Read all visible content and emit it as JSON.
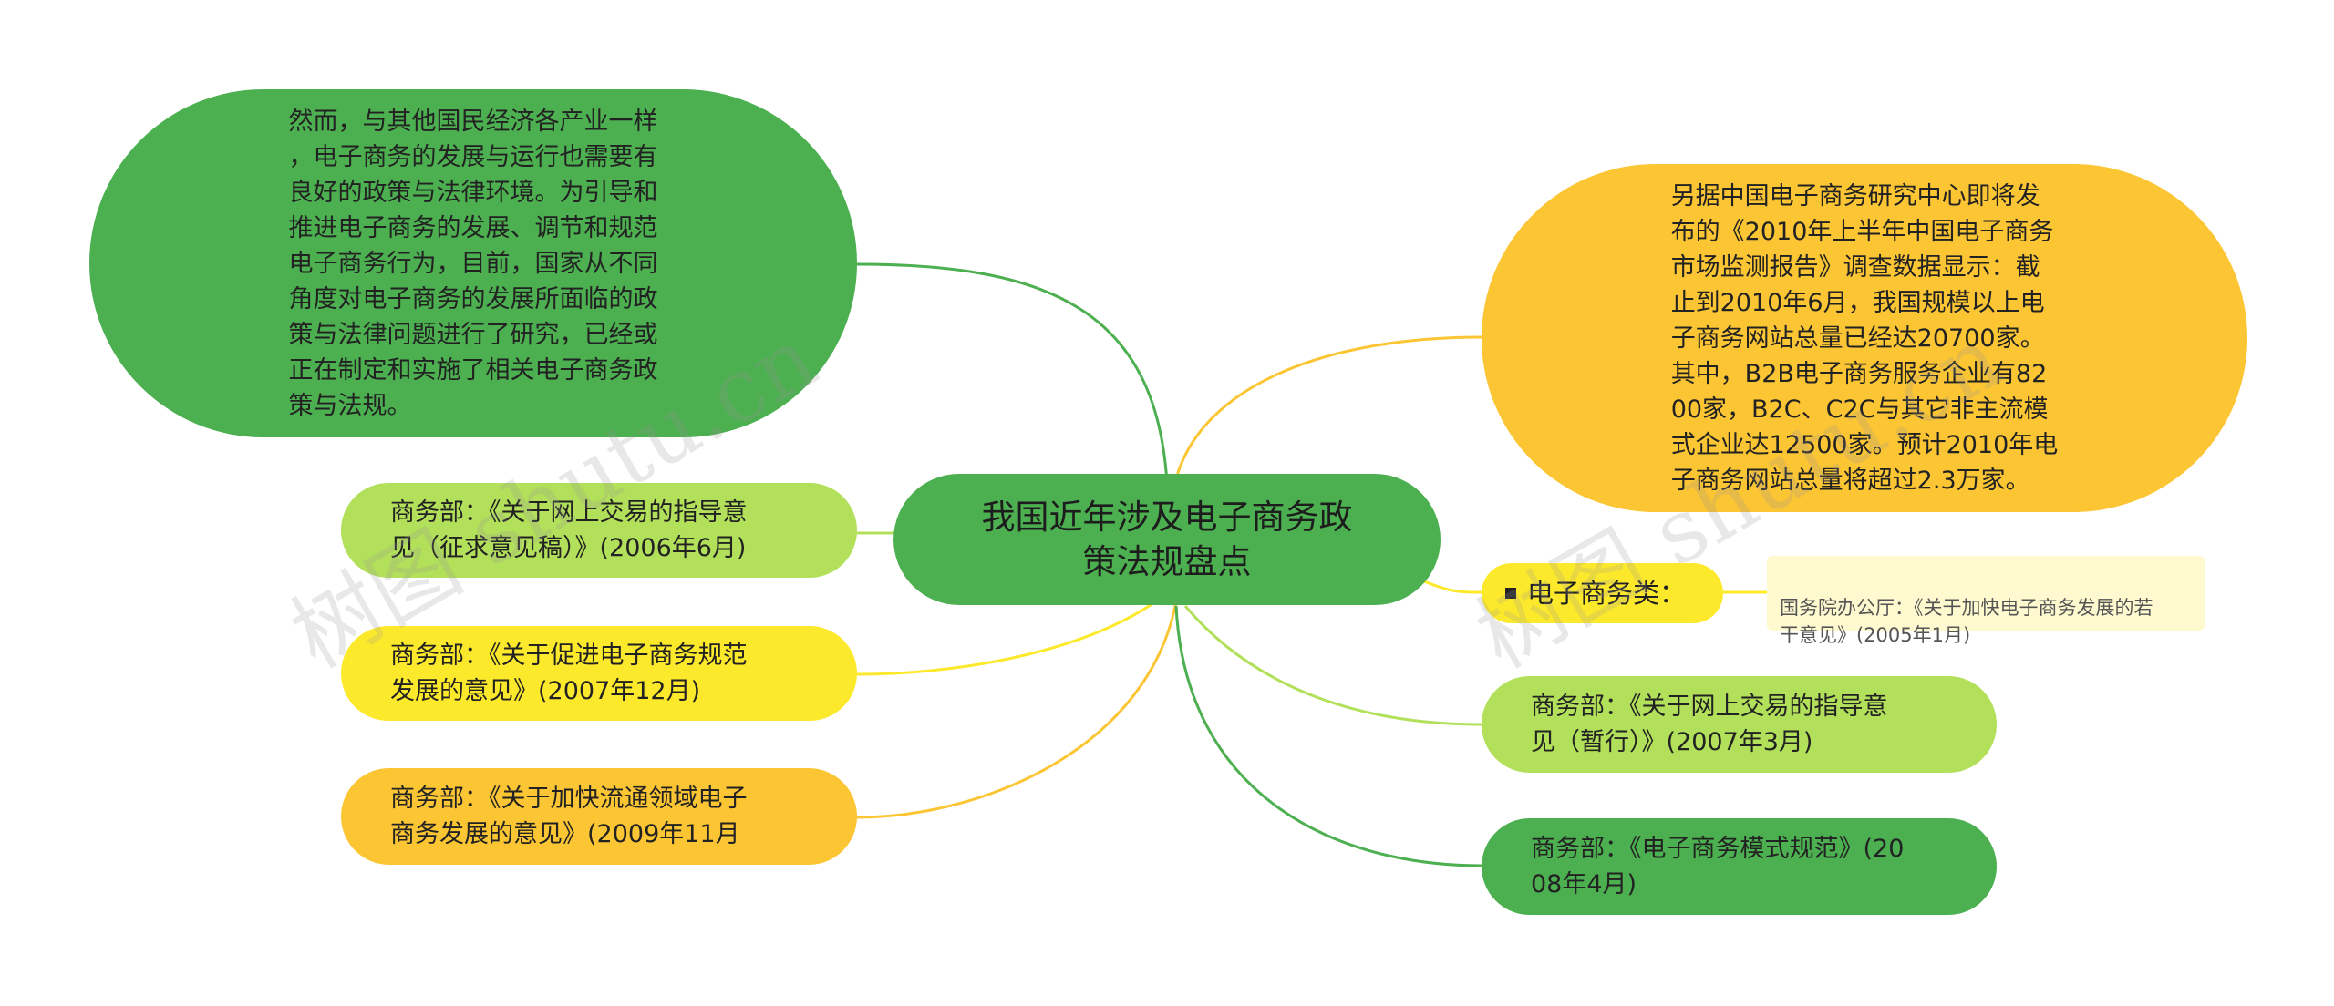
{
  "title": "我国近年涉及电子商务政策法规盘点",
  "title_lines": "我国近年涉及电子商务政\n策法规盘点",
  "left": {
    "intro": "然而，与其他国民经济各产业一样\n，电子商务的发展与运行也需要有\n良好的政策与法律环境。为引导和\n推进电子商务的发展、调节和规范\n电子商务行为，目前，国家从不同\n角度对电子商务的发展所面临的政\n策与法律问题进行了研究，已经或\n正在制定和实施了相关电子商务政\n策与法规。",
    "item1": "商务部：《关于网上交易的指导意\n见（征求意见稿）》(2006年6月)",
    "item2": "商务部：《关于促进电子商务规范\n发展的意见》(2007年12月)",
    "item3": "商务部：《关于加快流通领域电子\n商务发展的意见》(2009年11月"
  },
  "right": {
    "report": "另据中国电子商务研究中心即将发\n布的《2010年上半年中国电子商务\n市场监测报告》调查数据显示：截\n止到2010年6月，我国规模以上电\n子商务网站总量已经达20700家。\n其中，B2B电子商务服务企业有82\n00家，B2C、C2C与其它非主流模\n式企业达12500家。预计2010年电\n子商务网站总量将超过2.3万家。",
    "category_label": "电子商务类：",
    "category_note": "国务院办公厅：《关于加快电子商务发展的若\n干意见》(2005年1月)",
    "item1": "商务部：《关于网上交易的指导意\n见（暂行）》(2007年3月)",
    "item2": "商务部：《电子商务模式规范》(20\n08年4月)"
  },
  "watermark": "树图 shutu.cn",
  "colors": {
    "green": "#4caf50",
    "light_green": "#b2e05a",
    "yellow": "#fde92c",
    "gold": "#fbc534",
    "note_bg": "#fff9cf"
  }
}
